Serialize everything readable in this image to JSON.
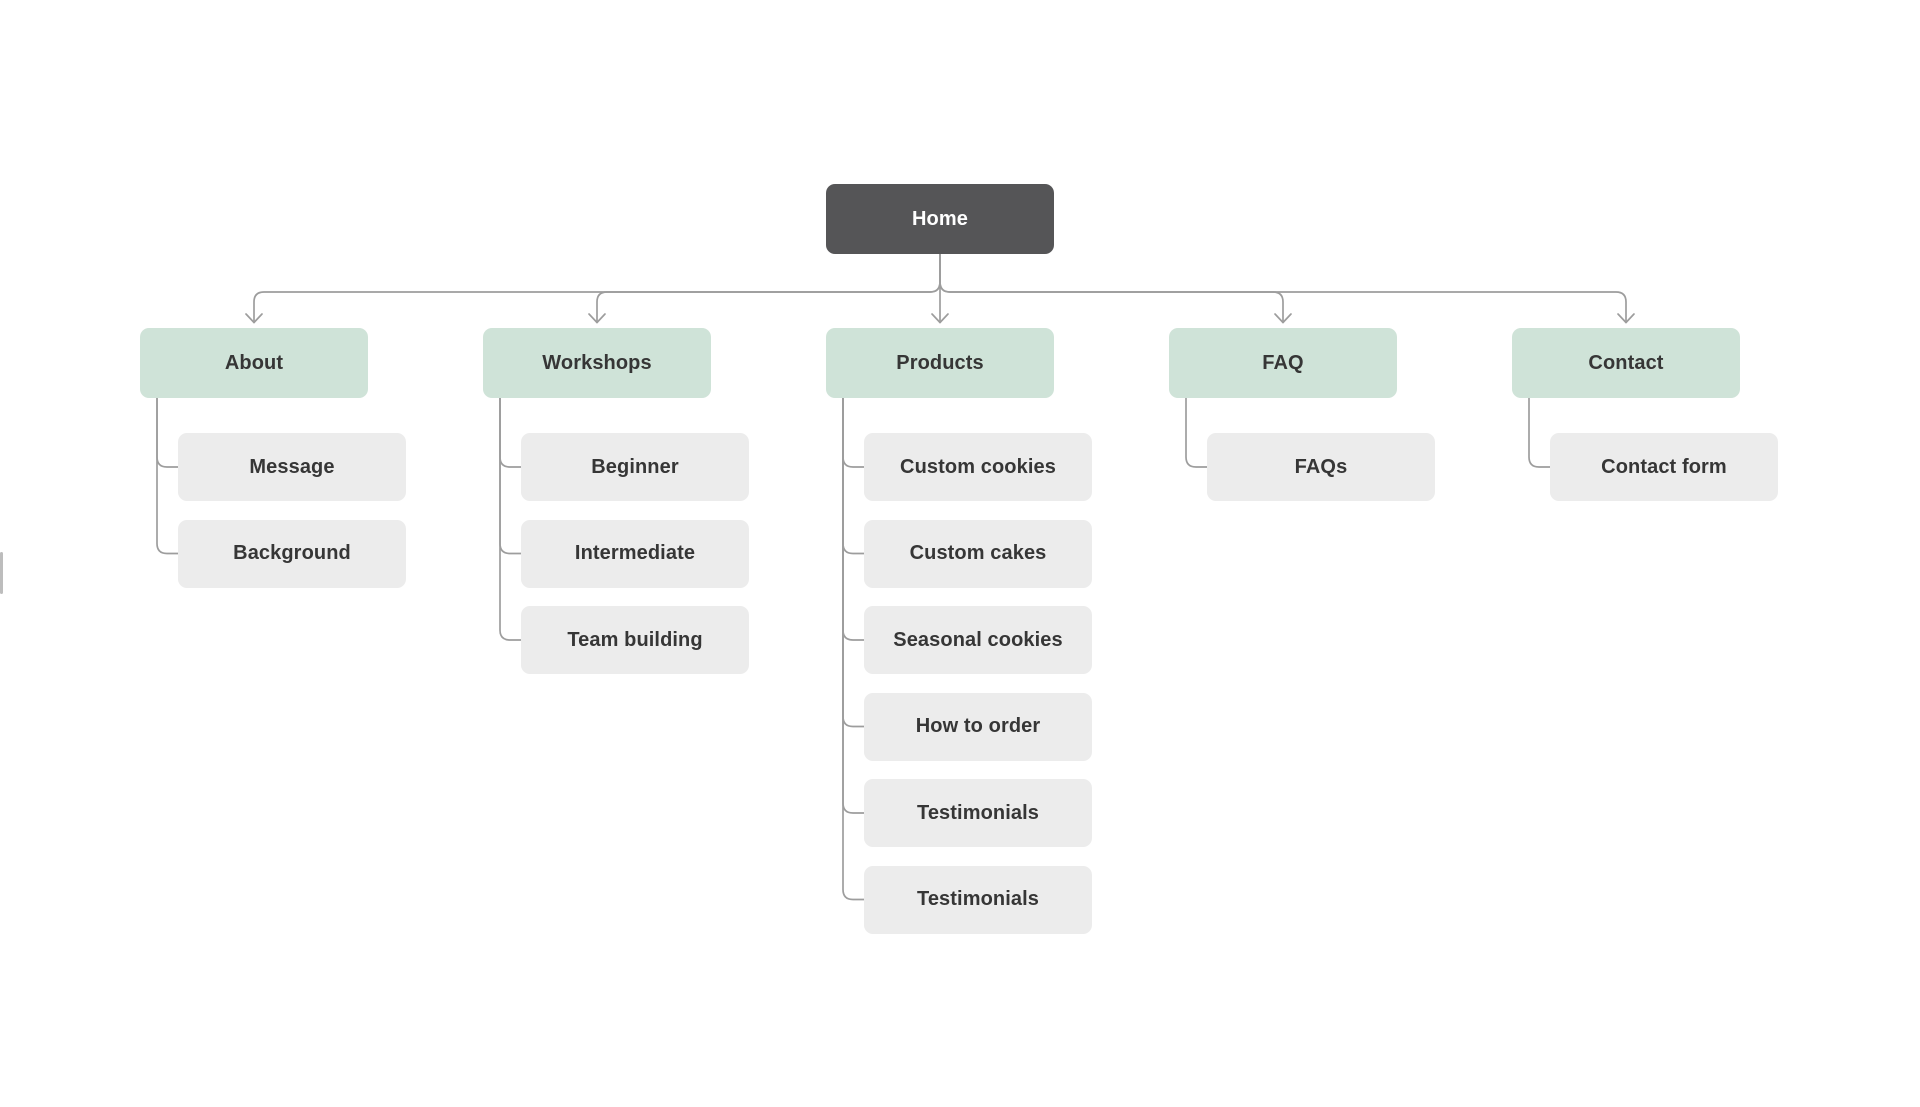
{
  "diagram": {
    "root": {
      "label": "Home"
    },
    "branches": [
      {
        "label": "About",
        "children": [
          "Message",
          "Background"
        ]
      },
      {
        "label": "Workshops",
        "children": [
          "Beginner",
          "Intermediate",
          "Team building"
        ]
      },
      {
        "label": "Products",
        "children": [
          "Custom cookies",
          "Custom cakes",
          "Seasonal cookies",
          "How to order",
          "Testimonials",
          "Testimonials"
        ]
      },
      {
        "label": "FAQ",
        "children": [
          "FAQs"
        ]
      },
      {
        "label": "Contact",
        "children": [
          "Contact form"
        ]
      }
    ],
    "colors": {
      "canvas_bg": "#ffffff",
      "root_fill": "#555557",
      "root_text": "#ffffff",
      "branch_fill": "#cfe3d8",
      "child_fill": "#ececec",
      "node_text": "#363636",
      "connector": "#9d9d9d",
      "scrollbar_thumb": "#bdbdbd"
    }
  }
}
